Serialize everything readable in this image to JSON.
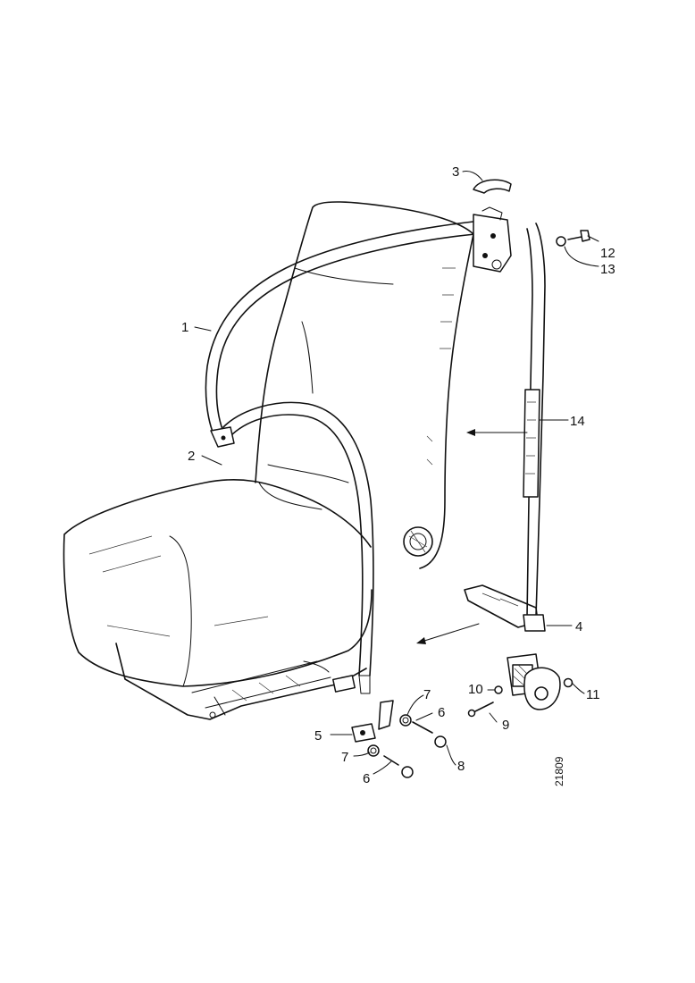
{
  "diagram": {
    "drawing_number": "21809",
    "callouts": [
      {
        "id": "c1",
        "text": "1"
      },
      {
        "id": "c2",
        "text": "2"
      },
      {
        "id": "c3",
        "text": "3"
      },
      {
        "id": "c4",
        "text": "4"
      },
      {
        "id": "c5",
        "text": "5"
      },
      {
        "id": "c6a",
        "text": "6"
      },
      {
        "id": "c6b",
        "text": "6"
      },
      {
        "id": "c7a",
        "text": "7"
      },
      {
        "id": "c7b",
        "text": "7"
      },
      {
        "id": "c8",
        "text": "8"
      },
      {
        "id": "c9",
        "text": "9"
      },
      {
        "id": "c10",
        "text": "10"
      },
      {
        "id": "c11",
        "text": "11"
      },
      {
        "id": "c12",
        "text": "12"
      },
      {
        "id": "c13",
        "text": "13"
      },
      {
        "id": "c14",
        "text": "14"
      }
    ]
  }
}
